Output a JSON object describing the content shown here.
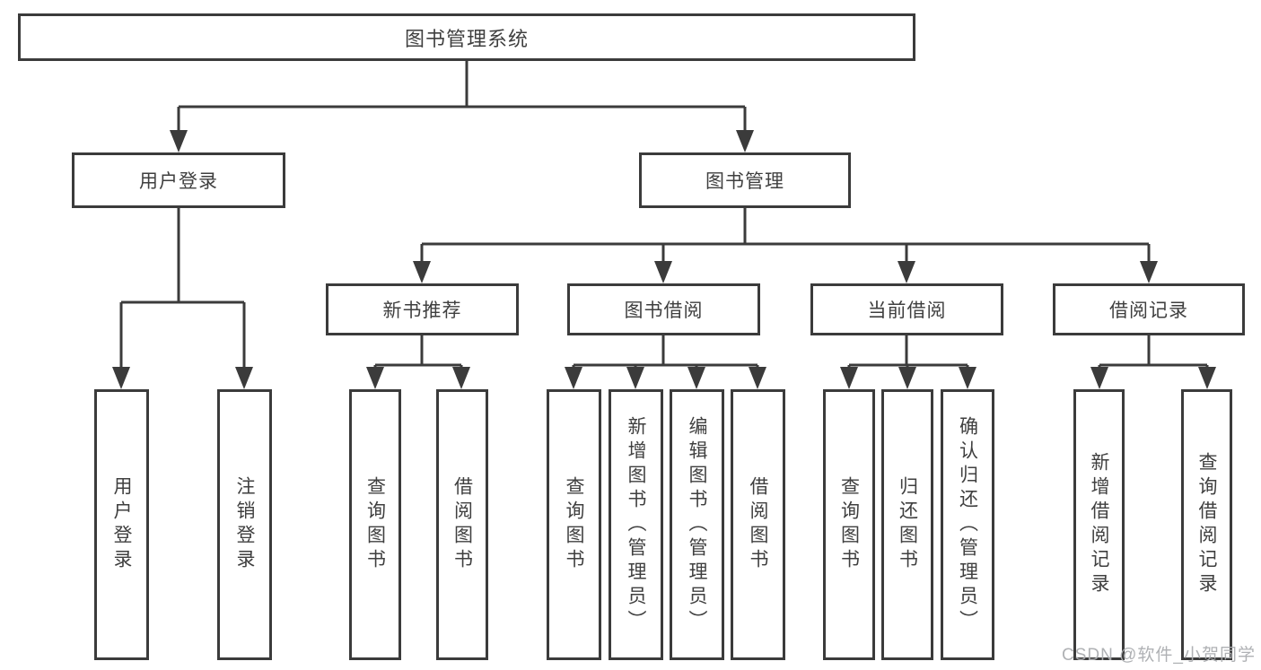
{
  "diagram": {
    "title": "图书管理系统",
    "branches": [
      {
        "label": "用户登录",
        "children": [
          {
            "label": "用户登录"
          },
          {
            "label": "注销登录"
          }
        ]
      },
      {
        "label": "图书管理",
        "children": [
          {
            "label": "新书推荐",
            "children": [
              {
                "label": "查询图书"
              },
              {
                "label": "借阅图书"
              }
            ]
          },
          {
            "label": "图书借阅",
            "children": [
              {
                "label": "查询图书"
              },
              {
                "label": "新增图书（管理员）"
              },
              {
                "label": "编辑图书（管理员）"
              },
              {
                "label": "借阅图书"
              }
            ]
          },
          {
            "label": "当前借阅",
            "children": [
              {
                "label": "查询图书"
              },
              {
                "label": "归还图书"
              },
              {
                "label": "确认归还（管理员）"
              }
            ]
          },
          {
            "label": "借阅记录",
            "children": [
              {
                "label": "新增借阅记录"
              },
              {
                "label": "查询借阅记录"
              }
            ]
          }
        ]
      }
    ]
  },
  "watermark": "CSDN @软件_小贺同学",
  "colors": {
    "line": "#3b3b3b",
    "text": "#3f3f3f",
    "watermark": "#abadb0"
  }
}
